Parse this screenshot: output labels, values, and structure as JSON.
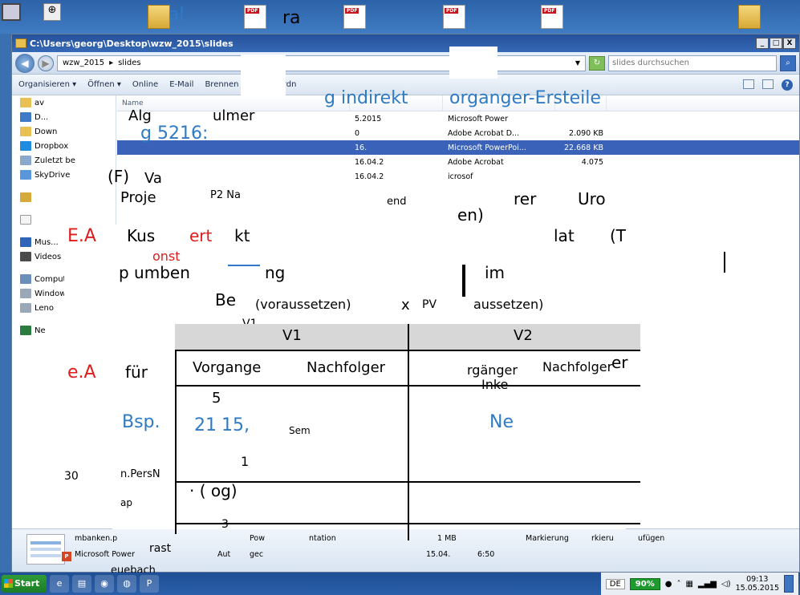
{
  "desktop": {
    "icons": [
      "folder",
      "pdf",
      "pdf",
      "pdf",
      "pdf",
      "folder"
    ],
    "fragments": {
      "frag1": "al",
      "frag2": "ra"
    }
  },
  "window": {
    "title": "C:\\Users\\georg\\Desktop\\wzw_2015\\slides",
    "buttons": {
      "minimize": "_",
      "maximize": "□",
      "close": "X"
    }
  },
  "address": {
    "crumb1": "wzw_2015",
    "crumb2": "slides",
    "search_placeholder": "slides durchsuchen",
    "refresh": "↻"
  },
  "commands": {
    "organize": "Organisieren ▾",
    "open": "Öffnen ▾",
    "online": "Online",
    "email": "E-Mail",
    "burn": "Brennen",
    "new_folder": "Neuer Ordn"
  },
  "nav": {
    "favorites": "av",
    "desktop": "D...",
    "downloads": "Down",
    "dropbox": "Dropbox",
    "recent": "Zuletzt be",
    "skydrive": "SkyDrive",
    "music": "Mus...",
    "videos": "Videos",
    "computer": "Computer",
    "windows_os": "Windows7_OS (",
    "lenovo": "Leno",
    "network": "Ne"
  },
  "files": {
    "header": {
      "name": "Name"
    },
    "rows": [
      {
        "name": "",
        "date": "5.2015",
        "type": "Microsoft Power",
        "size": ""
      },
      {
        "name": "",
        "date": "0",
        "type": "Adobe Acrobat D...",
        "size": "2.090 KB"
      },
      {
        "name": "",
        "date": "16.",
        "type": "Microsoft PowerPoi...",
        "size": "22.668 KB"
      },
      {
        "name": "",
        "date": "16.04.2",
        "type": "Adobe Acrobat",
        "size": "4.075"
      },
      {
        "name": "",
        "date": "16.04.2",
        "type": "icrosof",
        "size": ""
      }
    ]
  },
  "details": {
    "type": "Microsoft Power",
    "size": "1 MB",
    "date": "15.04.",
    "time": "6:50",
    "markierung": "Markierung",
    "markierung2": "rkieru",
    "hinzufuegen": "ufügen",
    "author": "Aut",
    "bankenp": "mbanken.p",
    "gec": "gec",
    "pow": "Pow",
    "ntation": "ntation"
  },
  "slide": {
    "line1": "g indirekt",
    "line1b": "organger-Ersteile",
    "alg": "Alg",
    "ulmer": "ulmer",
    "num": "g 5216:",
    "f": "(F)",
    "va": "Va",
    "proj": "Proje",
    "p2": "P2 Na",
    "end": "end",
    "rer": "rer",
    "uro": "Uro",
    "en": "en)",
    "ea1": "E.A",
    "kus": "Kus",
    "ert": "ert",
    "kt": "kt",
    "lat": "lat",
    "t": "(T",
    "onst": "onst",
    "p_umben": "p umben",
    "ng": "ng",
    "im": "im",
    "bv": "Be",
    "vor": "(voraussetzen)",
    "x": "x",
    "pv": "PV",
    "aus": "aussetzen)",
    "v1_small": "V1",
    "v1": "V1",
    "v2": "V2",
    "er": "er",
    "ea2": "e.A",
    "fuer": "für",
    "vorg": "Vorgange",
    "nf": "Nachfolger",
    "vorgaenger": "rgänger",
    "nachfolger": "Nachfolger",
    "ink": "Inke",
    "five": "5",
    "bsp": "Bsp.",
    "n21": "21",
    "fifteen": "15,",
    "sem": "Sem",
    "ne": "Ne",
    "one": "1",
    "thirty": "30",
    "persn": "n.PersN",
    "og": "· (     og)",
    "three": "3",
    "rast": "rast",
    "ap": "ap",
    "euebach": "euebach"
  },
  "taskbar": {
    "start": "Start",
    "lang": "DE",
    "battery": "90%",
    "time": "09:13",
    "date": "15.05.2015"
  }
}
